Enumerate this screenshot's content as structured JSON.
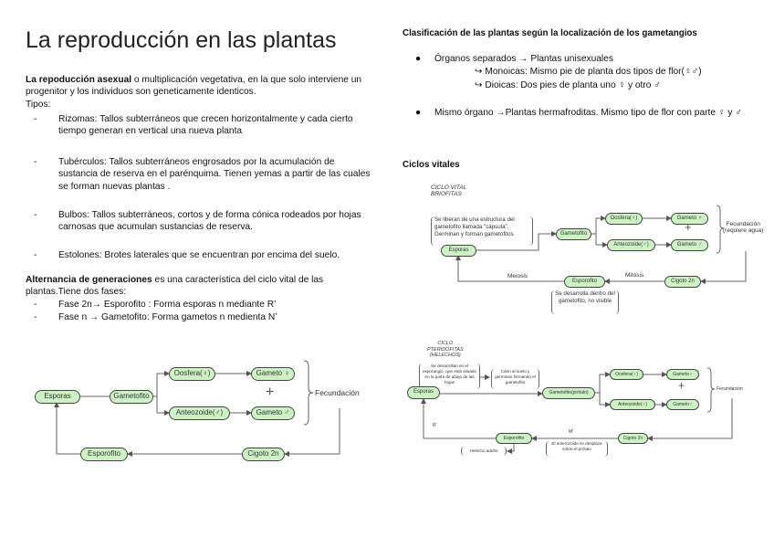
{
  "title": "La reproducción en las plantas",
  "asexual": {
    "bold": "La repoducción asexual",
    "rest": " o multiplicación vegetativa, en la que solo interviene un progenitor y los individuos son geneticamente identicos.",
    "tipos": "Tipos:",
    "items": [
      "Rizomas: Tallos subterráneos que crecen horizontalmente y cada cierto tiempo generan en vertical una nueva planta",
      "Tubérculos: Tallos subterráneos engrosados por la acumulación de sustancia de reserva en el parénquima. Tienen yemas a partir de las cuales se forman nuevas plantas .",
      "Bulbos: Tallos subterráneos, cortos y de forma cónica rodeados por hojas carnosas que acumulan sustancias de reserva.",
      "Estolones: Brotes laterales que se encuentran por encima del suelo."
    ]
  },
  "alternancia": {
    "bold": "Alternancia de generaciones",
    "rest": " es una característica del ciclo vital de las plantas.Tiene dos fases:",
    "items": [
      "Fase 2n→ Esporofito : Forma esporas n mediante R’",
      "Fase n → Gametofito: Forma gametos n medienta N’"
    ]
  },
  "diagram_main": {
    "esporas": "Esporas",
    "gametofito": "Gametofito",
    "oosfera": "Oosfera(♀)",
    "anteozoide": "Anteozoide(♂)",
    "gameto_f": "Gameto ♀",
    "gameto_m": "Gameto ♂",
    "plus": "+",
    "fecundacion": "Fecundación",
    "esporofito": "Esporofito",
    "cigoto": "Cigoto 2n"
  },
  "clasificacion": {
    "heading": "Clasificación de las plantas según la localización de los gametangios",
    "b1": "Órganos separados → Plantas unisexuales",
    "b1a": "↪ Monoicas: Mismo pie de planta dos tipos de flor(♀♂)",
    "b1b": "↪ Dioicas: Dos pies de planta uno ♀ y otro ♂",
    "b2": "Mismo órgano →Plantas hermafroditas. Mismo tipo de flor con parte ♀ y ♂"
  },
  "ciclos_heading": "Ciclos vitales",
  "briofitas": {
    "title1": "CICLO VITAL",
    "title2": "BRIOFITAS",
    "note_esporas": "Se liberan de una estructura del gametofito llamada \"cápsula\". Germinan y forman gametofitos",
    "esporas": "Esporas",
    "gametofito": "Gametofito",
    "oosfera": "Oosfera(♀)",
    "anteozoide": "Anteozoide(♂)",
    "gameto_f": "Gameto ♀",
    "gameto_m": "Gameto ♂",
    "plus": "+",
    "fecundacion1": "Fecundación",
    "fecundacion2": "(requiere agua)",
    "cigoto": "Cigoto 2n",
    "esporofito": "Esporofito",
    "mitosis": "Mitosis",
    "meiosis": "Meiosis",
    "note_esporofito": "Se desarrolla dentro del gametofito, no visible"
  },
  "pteridofitas": {
    "title1": "CICLO",
    "title2": "PTERIDOFITAS",
    "title3": "(HELECHOS)",
    "note_esporas": "Se desarrollan en el esporangio, que está situado en la parte de abajo de las hojas",
    "note_caen": "Caen al suelo y germinan formando el gametofito",
    "esporas": "Esporas",
    "gametofito": "Gametofito(prótalo)",
    "oosfera": "Oosfera(♀)",
    "anteozoide": "Anteozoide(♂)",
    "gameto_f": "Gameto♀",
    "gameto_m": "Gameto♂",
    "plus": "+",
    "fecundacion": "Fecundación",
    "cigoto": "Cigoto 2n",
    "esporofito": "Esporofito",
    "r": "R'",
    "m": "M'",
    "note_cigoto": "El anterozoide se desplaza sobre el prótalo",
    "note_esporofito": "Helecho adulto"
  }
}
